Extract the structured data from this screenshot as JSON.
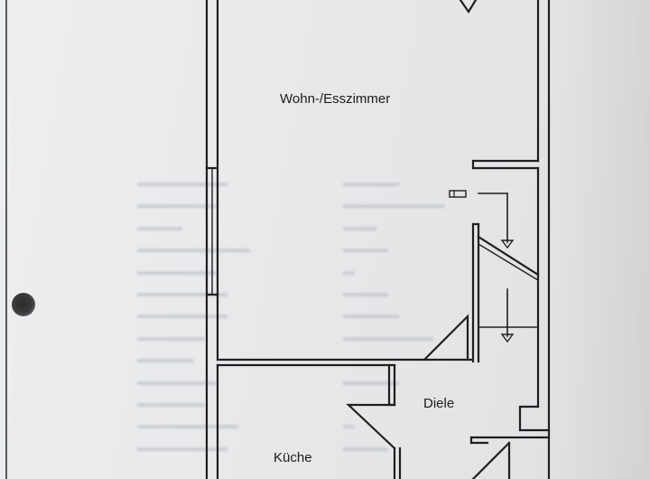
{
  "rooms": {
    "living": "Wohn-/Esszimmer",
    "hall": "Diele",
    "kitchen": "Küche"
  },
  "colors": {
    "paper": "#e9eaec",
    "wall_line": "#1e1f21",
    "bleed_text": "#c3c6cb"
  }
}
